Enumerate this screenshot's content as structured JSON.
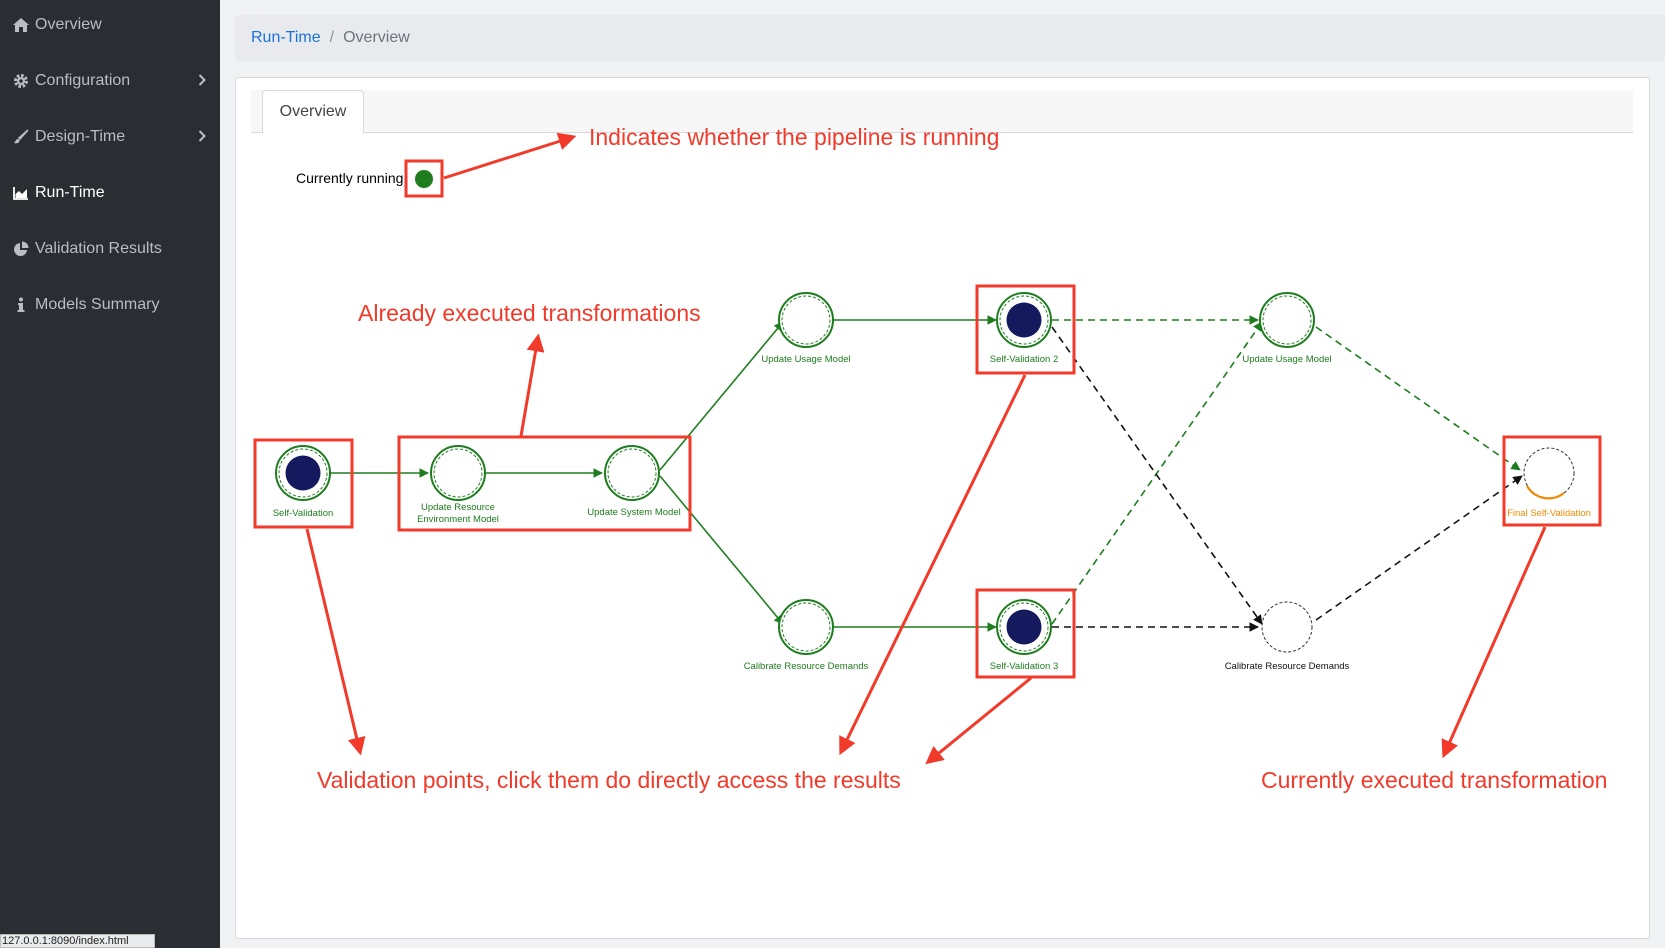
{
  "sidebar": {
    "items": [
      {
        "label": "Overview",
        "icon": "home-icon",
        "has_chevron": false
      },
      {
        "label": "Configuration",
        "icon": "gear-icon",
        "has_chevron": true
      },
      {
        "label": "Design-Time",
        "icon": "brush-icon",
        "has_chevron": true
      },
      {
        "label": "Run-Time",
        "icon": "area-chart-icon",
        "has_chevron": false
      },
      {
        "label": "Validation Results",
        "icon": "pie-chart-icon",
        "has_chevron": false
      },
      {
        "label": "Models Summary",
        "icon": "info-icon",
        "has_chevron": false
      }
    ],
    "active": "Run-Time"
  },
  "breadcrumb": {
    "link": "Run-Time",
    "separator": "/",
    "current": "Overview"
  },
  "tabs": [
    {
      "label": "Overview",
      "active": true
    }
  ],
  "status": {
    "label": "Currently running",
    "running": true
  },
  "statusbar": {
    "url": "127.0.0.1:8090/index.html"
  },
  "pipeline": {
    "nodes": [
      {
        "label": "Self-Validation",
        "type": "validation",
        "state": "executed",
        "label_color": "#1e7d1e"
      },
      {
        "label": "Update Resource Environment Model",
        "label_lines": [
          "Update Resource",
          "Environment Model"
        ],
        "type": "transformation",
        "state": "executed",
        "label_color": "#1e7d1e"
      },
      {
        "label": "Update System Model",
        "type": "transformation",
        "state": "executed",
        "label_color": "#1e7d1e"
      },
      {
        "label": "Update Usage Model",
        "type": "transformation",
        "state": "executed",
        "label_color": "#1e7d1e"
      },
      {
        "label": "Calibrate Resource Demands",
        "type": "transformation",
        "state": "executed",
        "label_color": "#1e7d1e"
      },
      {
        "label": "Self-Validation 2",
        "type": "validation",
        "state": "executed",
        "label_color": "#1e7d1e"
      },
      {
        "label": "Self-Validation 3",
        "type": "validation",
        "state": "executed",
        "label_color": "#1e7d1e"
      },
      {
        "label": "Update Usage Model",
        "type": "transformation",
        "state": "planned",
        "label_color": "#1e7d1e"
      },
      {
        "label": "Calibrate Resource Demands",
        "type": "transformation",
        "state": "pending",
        "label_color": "#111111"
      },
      {
        "label": "Final Self-Validation",
        "type": "validation",
        "state": "current",
        "label_color": "#f08a00"
      }
    ]
  },
  "annotations": {
    "running": "Indicates whether the pipeline is running",
    "executed": "Already executed transformations",
    "validation": "Validation points, click them do directly access the results",
    "current": "Currently executed transformation"
  },
  "colors": {
    "sidebar_bg": "#2a2e33",
    "link": "#1a73d9",
    "executed_green": "#1e7d1e",
    "running_dot": "#1e7d1e",
    "validation_fill": "#15195e",
    "annotation_red": "#f23a2b",
    "current_orange": "#f08a00"
  }
}
